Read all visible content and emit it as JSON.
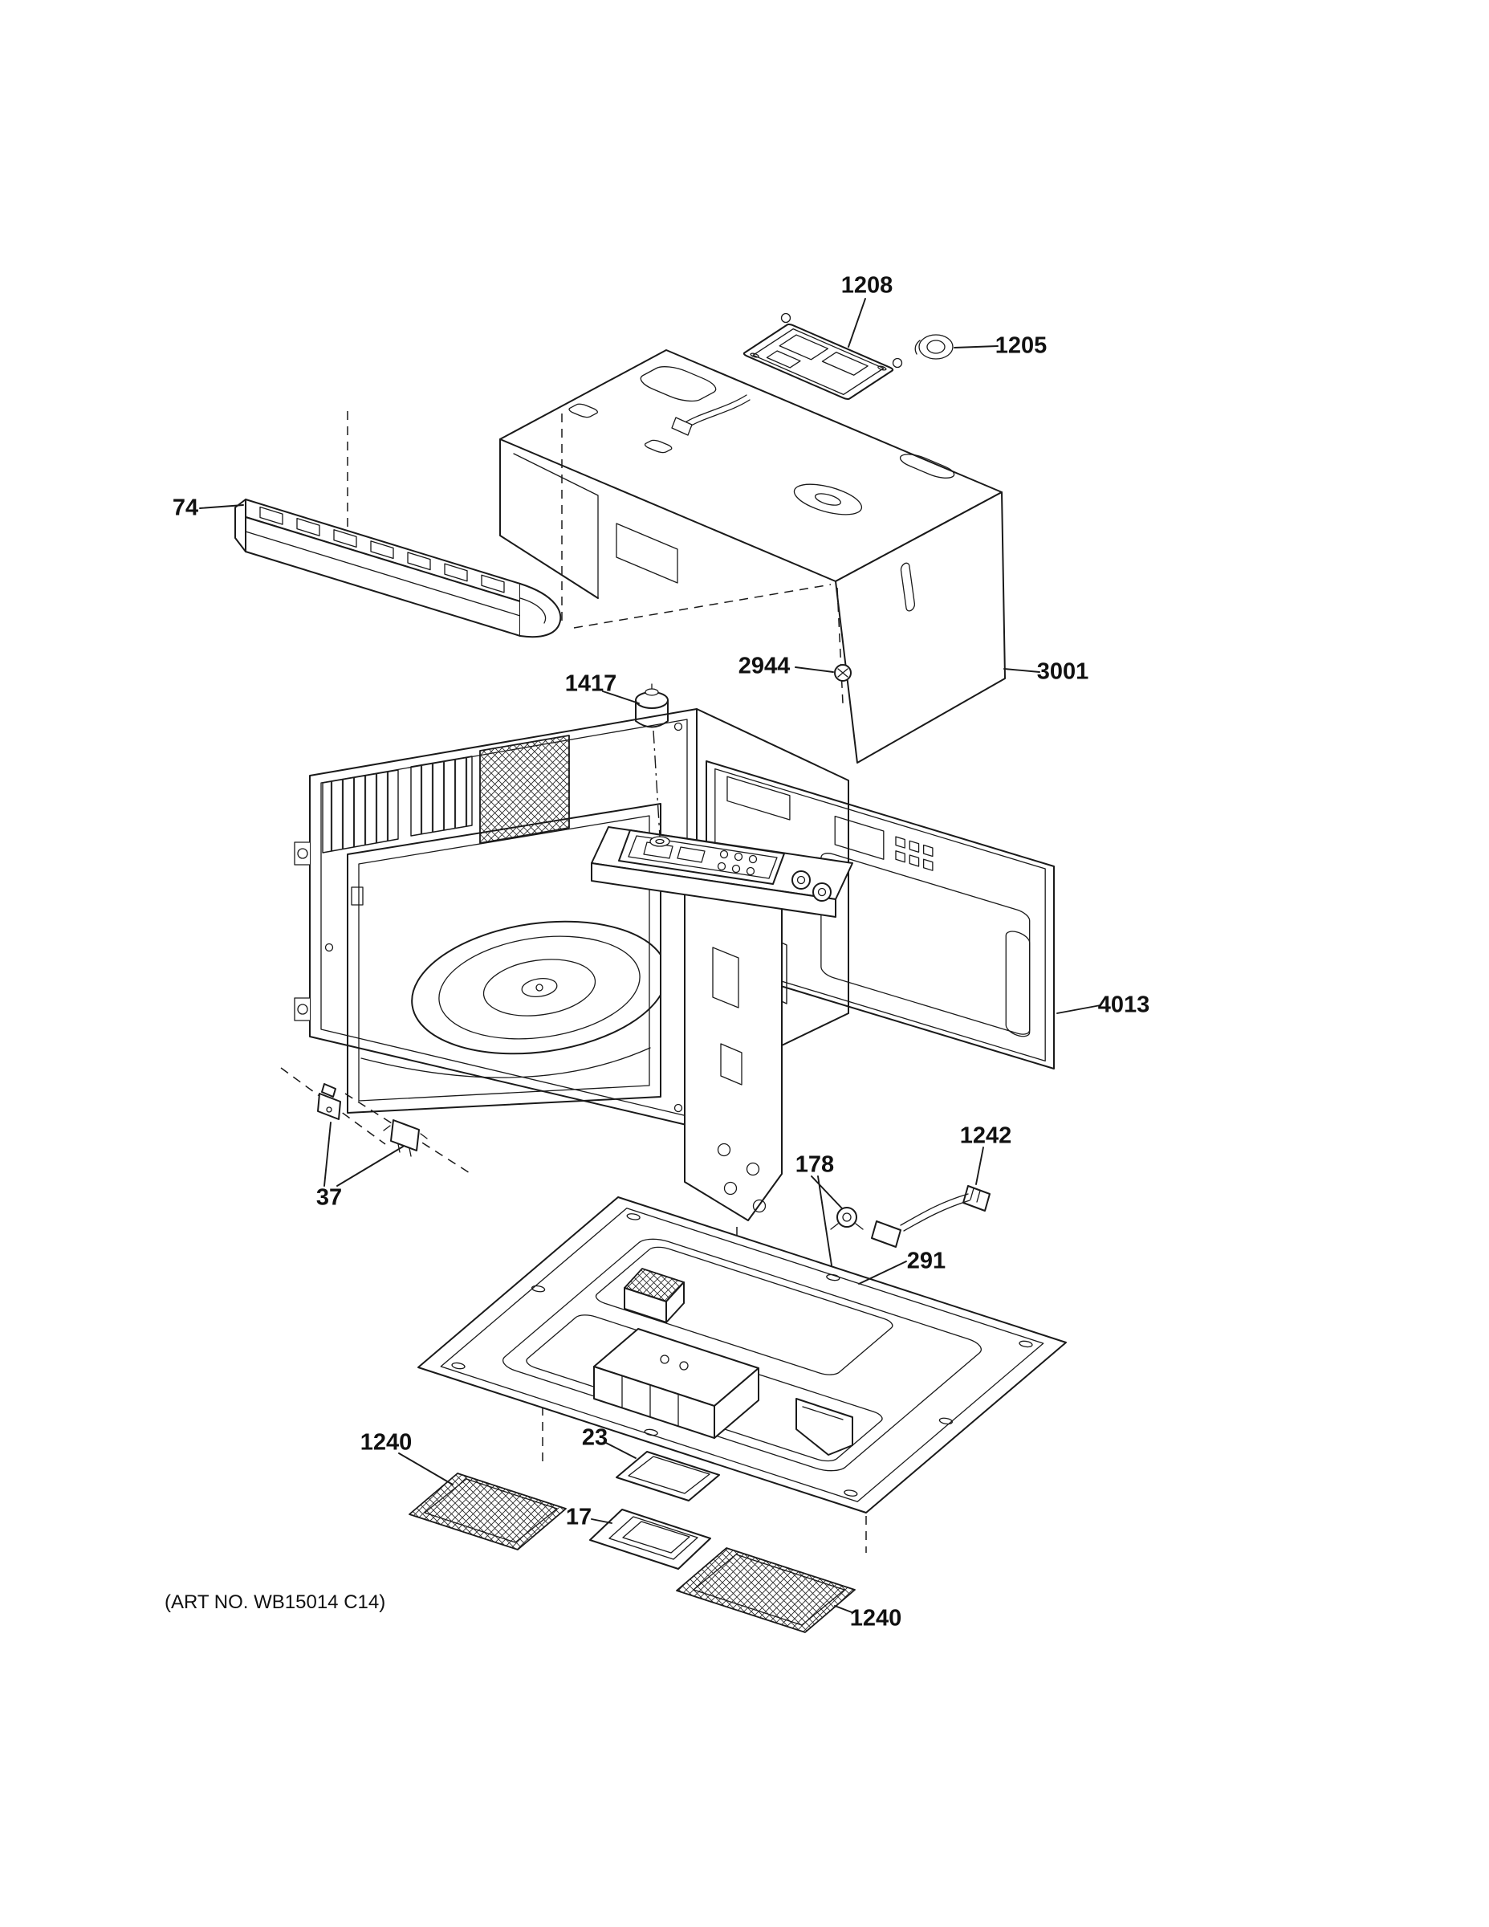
{
  "diagram": {
    "art_no": "(ART NO. WB15014 C14)",
    "ink_color": "#1a1a1a",
    "background_color": "#ffffff",
    "labels": {
      "l1208": "1208",
      "l1205": "1205",
      "l74": "74",
      "l2944": "2944",
      "l3001": "3001",
      "l1417": "1417",
      "l4013": "4013",
      "l37": "37",
      "l178": "178",
      "l1242": "1242",
      "l291": "291",
      "l1240a": "1240",
      "l23": "23",
      "l17": "17",
      "l1240b": "1240"
    }
  }
}
